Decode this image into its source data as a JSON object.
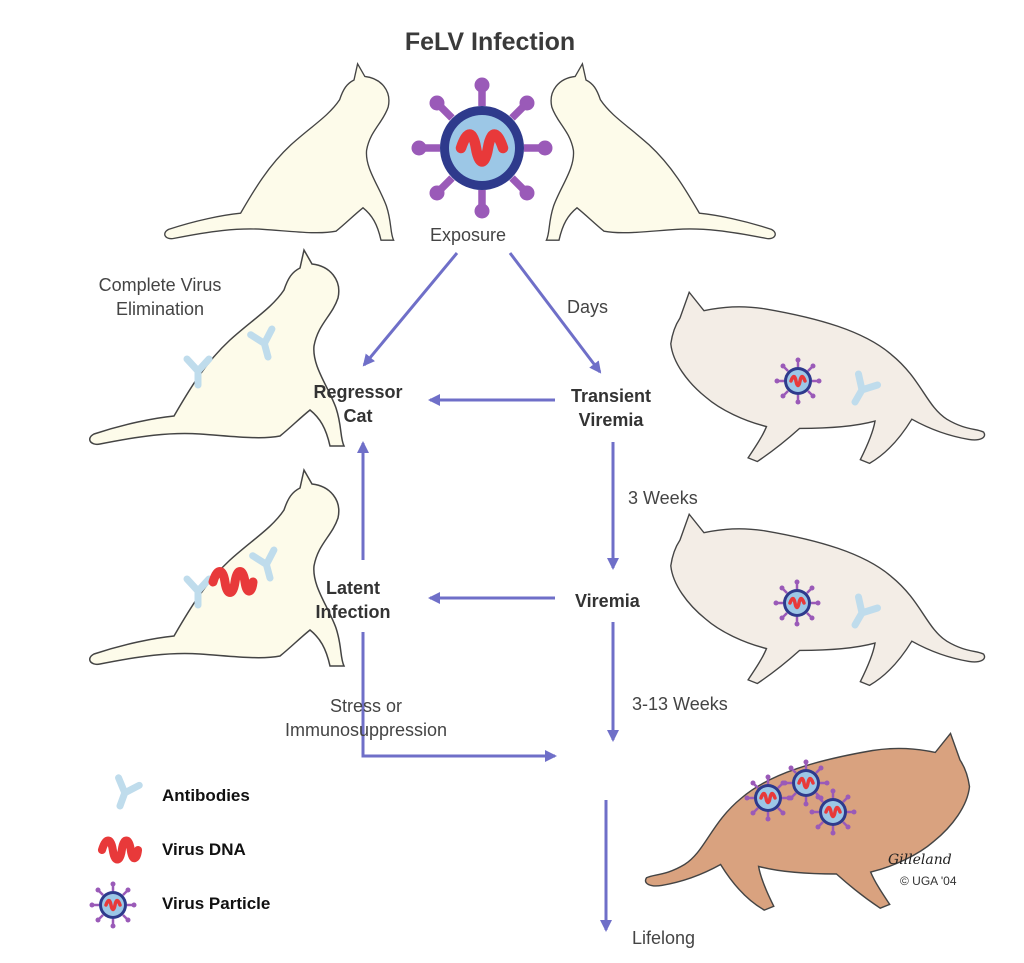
{
  "title": "FeLV Infection",
  "nodes": {
    "exposure": "Exposure",
    "regressor_line1": "Regressor",
    "regressor_line2": "Cat",
    "transient_line1": "Transient",
    "transient_line2": "Viremia",
    "viremia": "Viremia",
    "latent_line1": "Latent",
    "latent_line2": "Infection"
  },
  "notes": {
    "complete_line1": "Complete Virus",
    "complete_line2": "Elimination",
    "days": "Days",
    "three_weeks": "3 Weeks",
    "three_thirteen_weeks": "3-13 Weeks",
    "stress_line1": "Stress or",
    "stress_line2": "Immunosuppression",
    "lifelong": "Lifelong"
  },
  "legend": {
    "antibodies": "Antibodies",
    "virus_dna": "Virus DNA",
    "virus_particle": "Virus Particle"
  },
  "credit": {
    "signature": "Gilleland",
    "copyright": "© UGA '04"
  },
  "colors": {
    "arrow": "#6f6fc8",
    "cat_cream": "#fdfbea",
    "cat_grey": "#f3ede6",
    "cat_tan": "#d9a27f",
    "antibody": "#bfdcec",
    "virus_dna": "#e8393a",
    "virus_ring": "#2e3a8c",
    "virus_spike": "#9a5ab8"
  }
}
